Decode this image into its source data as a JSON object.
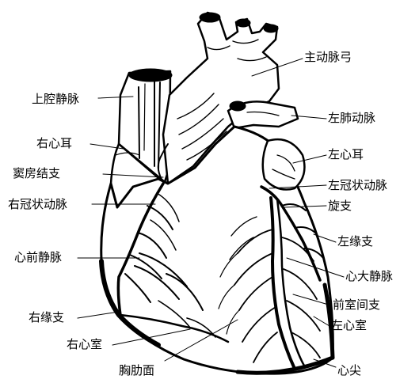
{
  "labels": {
    "aortic_arch": "主动脉弓",
    "svc": "上腔静脉",
    "left_pulmonary_artery": "左肺动脉",
    "right_auricle": "右心耳",
    "left_auricle": "左心耳",
    "sinoatrial_branch": "窦房结支",
    "left_coronary_artery": "左冠状动脉",
    "right_coronary_artery": "右冠状动脉",
    "circumflex_branch": "旋支",
    "left_marginal_branch": "左缘支",
    "anterior_cardiac_vein": "心前静脉",
    "great_cardiac_vein": "心大静脉",
    "anterior_interventricular_branch": "前室间支",
    "right_marginal_branch": "右缘支",
    "left_ventricle": "左心室",
    "right_ventricle": "右心室",
    "sternocostal_surface": "胸肋面",
    "apex": "心尖"
  },
  "colors": {
    "ink": "#000000",
    "background": "#ffffff"
  }
}
